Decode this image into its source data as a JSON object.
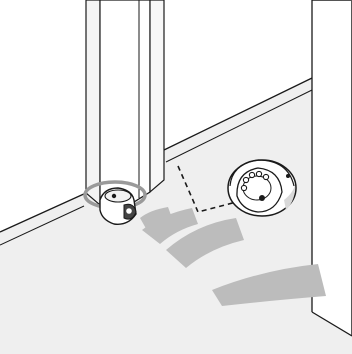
{
  "scene": {
    "kind": "line-art installation diagram",
    "colors": {
      "background": "#ffffff",
      "line": "#1a1a1a",
      "floor_shade": "#ececec",
      "wall_shade": "#f6f6f6",
      "signal_wave": "#bdbdbd",
      "highlight_ring": "#9a9a9a"
    },
    "elements": [
      "room-corner",
      "door-frame",
      "wall-sensor",
      "robot-vacuum",
      "signal-waves",
      "dashed-path"
    ]
  }
}
